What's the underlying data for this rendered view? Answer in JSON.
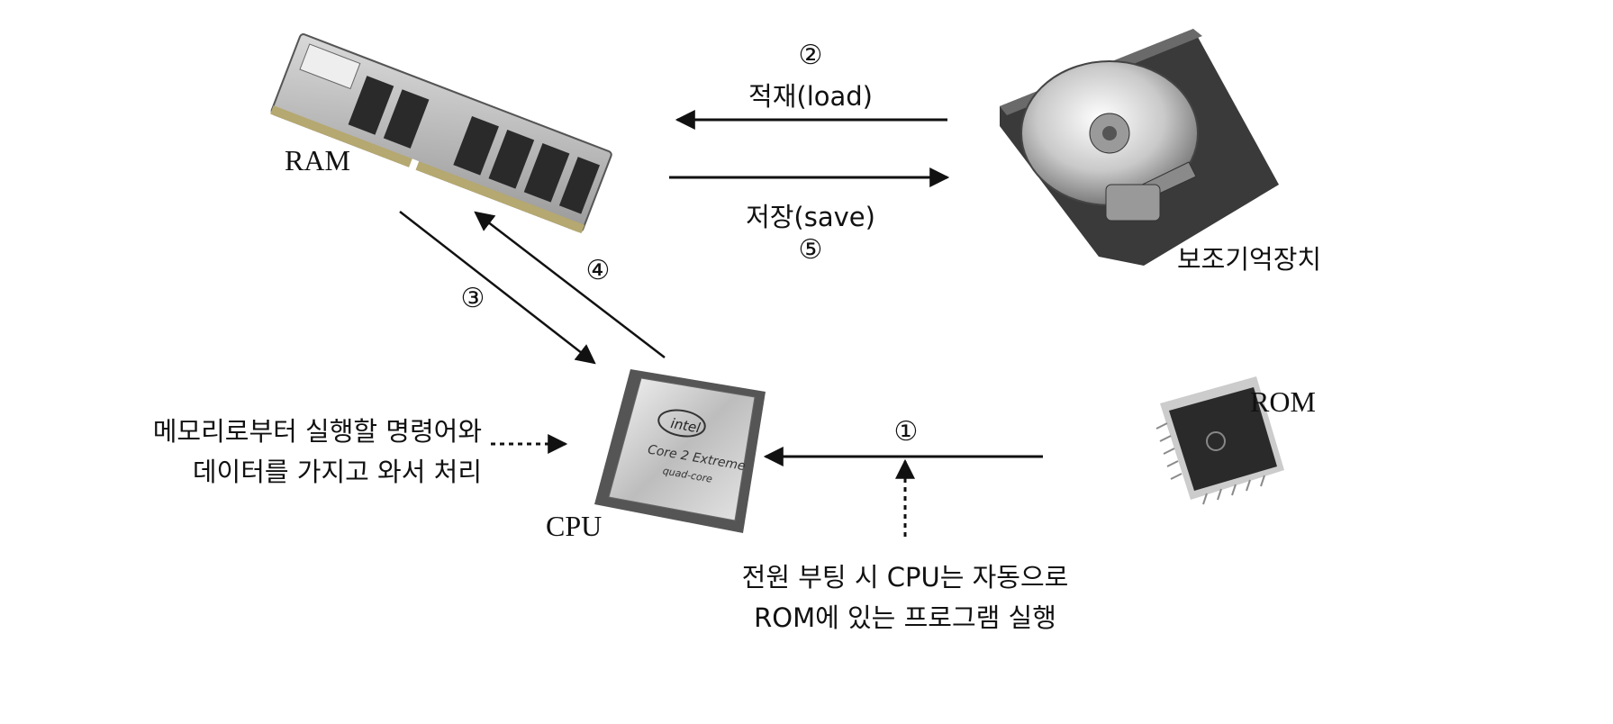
{
  "components": {
    "ram": {
      "label": "RAM",
      "icon": "ram-module-icon"
    },
    "storage": {
      "label": "보조기억장치",
      "icon": "hard-disk-icon"
    },
    "cpu": {
      "label": "CPU",
      "icon": "cpu-chip-icon",
      "chip_brand": "intel",
      "chip_model_line1": "Core 2 Extreme",
      "chip_model_line2": "quad-core"
    },
    "rom": {
      "label": "ROM",
      "icon": "rom-chip-icon"
    }
  },
  "flows": {
    "step1": {
      "number": "①"
    },
    "step2": {
      "number": "②",
      "label": "적재(load)"
    },
    "step3": {
      "number": "③"
    },
    "step4": {
      "number": "④"
    },
    "step5": {
      "number": "⑤",
      "label": "저장(save)"
    }
  },
  "notes": {
    "cpu_note": {
      "line1": "메모리로부터 실행할 명령어와",
      "line2": "데이터를 가지고 와서 처리"
    },
    "boot_note": {
      "line1": "전원 부팅 시 CPU는 자동으로",
      "line2": "ROM에 있는 프로그램 실행"
    }
  },
  "colors": {
    "ink": "#111111",
    "chip_dark": "#2a2a2a",
    "metal": "#c8c8c8"
  }
}
